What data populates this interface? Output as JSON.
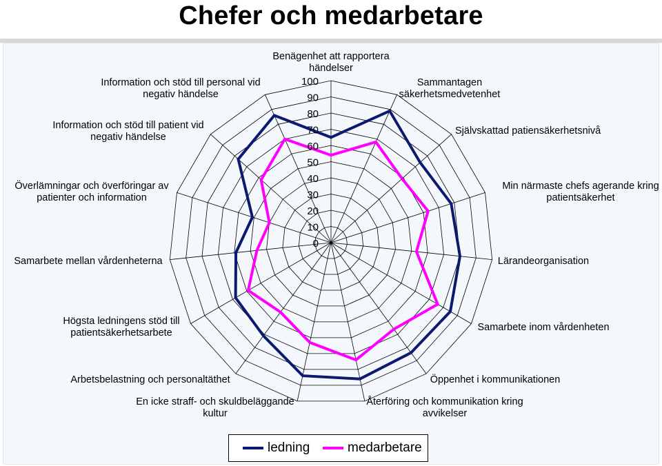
{
  "title": "Chefer och medarbetare",
  "chart_data": {
    "type": "radar",
    "axis_range": [
      0,
      100
    ],
    "tick_step": 10,
    "tick_labels": [
      "0",
      "10",
      "20",
      "30",
      "40",
      "50",
      "60",
      "70",
      "80",
      "90",
      "100"
    ],
    "categories": [
      "Benägenhet att rapportera händelser",
      "Sammantagen säkerhetsmedvetenhet",
      "Självskattad patiensäkerhetsnivå",
      "Min närmaste chefs agerande kring patientsäkerhet",
      "Lärandeorganisation",
      "Samarbete inom vårdenheten",
      "Öppenhet i kommunikationen",
      "Återföring och kommunikation kring avvikelser",
      "En icke straff- och skuldbeläggande kultur",
      "Arbetsbelastning och personaltäthet",
      "Högsta ledningens stöd till patientsäkerhetsarbete",
      "Samarbete mellan vårdenheterna",
      "Överlämningar och överföringar av patienter och information",
      "Information och stöd till patient vid negativ händelse",
      "Information och stöd till personal vid negativ händelse"
    ],
    "series": [
      {
        "name": "ledning",
        "color": "#0b1a6e",
        "values": [
          65,
          89,
          74,
          78,
          80,
          85,
          84,
          86,
          84,
          71,
          68,
          59,
          51,
          77,
          86
        ]
      },
      {
        "name": "medarbetare",
        "color": "#ff00ff",
        "values": [
          54,
          68,
          59,
          63,
          53,
          76,
          66,
          74,
          63,
          53,
          59,
          46,
          40,
          58,
          70
        ]
      }
    ],
    "legend_position": "bottom"
  }
}
